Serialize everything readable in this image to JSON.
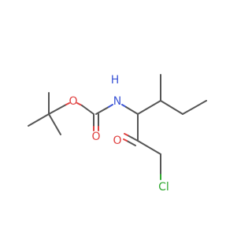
{
  "molecule": {
    "atoms": {
      "ester_oxygen": "O",
      "carbonyl_oxygen_carbamate": "O",
      "nitrogen": "N",
      "nitrogen_hydrogen": "H",
      "ketone_oxygen": "O",
      "chlorine": "Cl"
    },
    "colors": {
      "bond": "#555555",
      "oxygen": "#e0403f",
      "nitrogen": "#3d56d6",
      "chlorine": "#2fa82f",
      "background": "#ffffff"
    }
  }
}
